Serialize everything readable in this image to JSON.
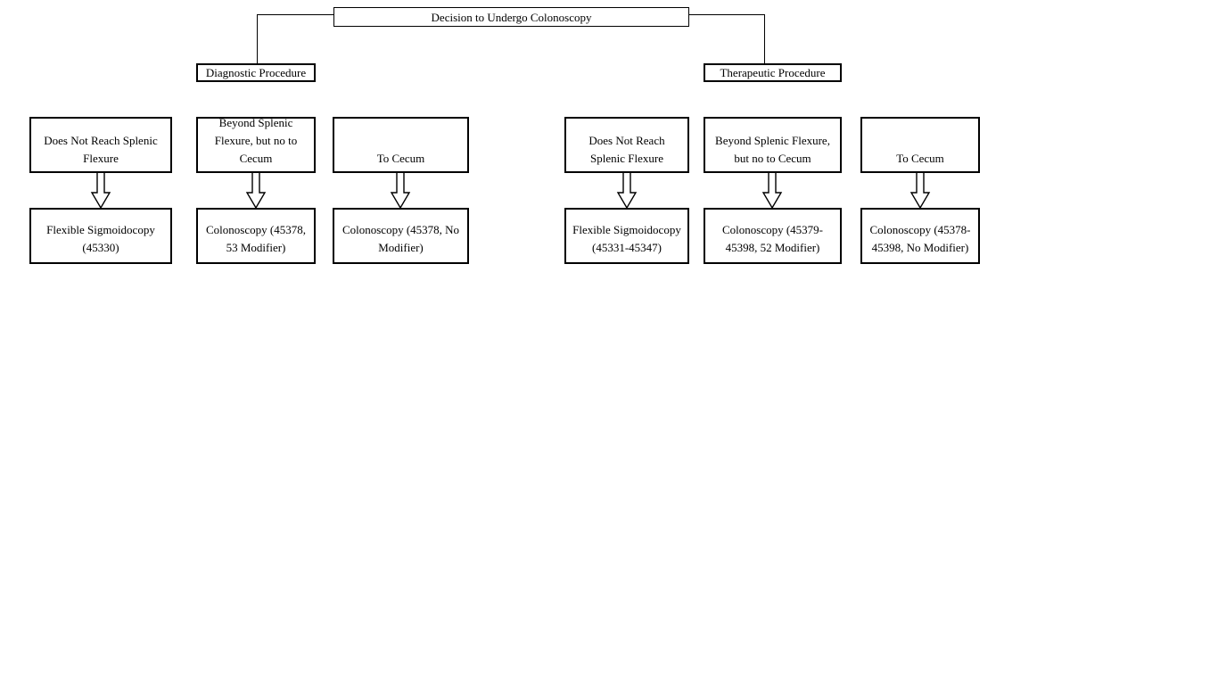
{
  "diagram": {
    "root": {
      "label": "Decision to Undergo Colonoscopy"
    },
    "branches": [
      {
        "label": "Diagnostic Procedure",
        "paths": [
          {
            "condition": "Does Not Reach Splenic Flexure",
            "procedure": "Flexible Sigmoidocopy (45330)"
          },
          {
            "condition": "Beyond Splenic Flexure, but no to Cecum",
            "procedure": "Colonoscopy (45378, 53 Modifier)"
          },
          {
            "condition": "To Cecum",
            "procedure": "Colonoscopy (45378, No Modifier)"
          }
        ]
      },
      {
        "label": "Therapeutic Procedure",
        "paths": [
          {
            "condition": "Does Not Reach Splenic Flexure",
            "procedure": "Flexible Sigmoidocopy (45331-45347)"
          },
          {
            "condition": "Beyond Splenic Flexure, but no to Cecum",
            "procedure": "Colonoscopy (45379-45398, 52 Modifier)"
          },
          {
            "condition": "To Cecum",
            "procedure": "Colonoscopy (45378-45398, No Modifier)"
          }
        ]
      }
    ],
    "colors": {
      "line": "#000000",
      "background": "#ffffff",
      "text": "#000000"
    }
  }
}
